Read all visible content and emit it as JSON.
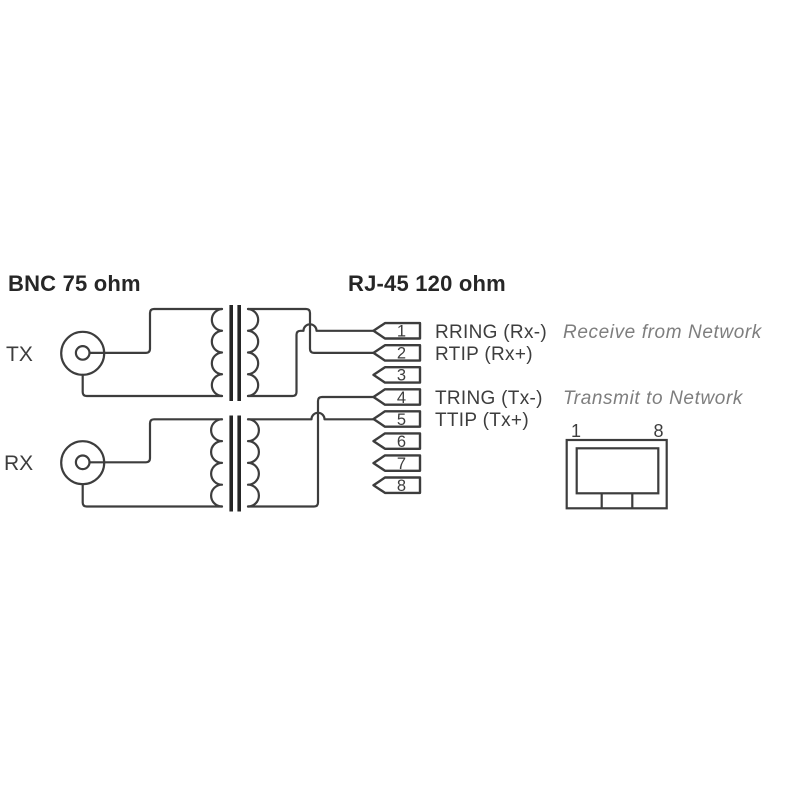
{
  "diagram": {
    "title_left": "BNC 75 ohm",
    "title_right": "RJ-45 120 ohm",
    "bnc": {
      "tx_label": "TX",
      "rx_label": "RX"
    },
    "pins": [
      {
        "number": "1",
        "label": "RRING (Rx-)"
      },
      {
        "number": "2",
        "label": "RTIP (Rx+)"
      },
      {
        "number": "3",
        "label": ""
      },
      {
        "number": "4",
        "label": "TRING (Tx-)"
      },
      {
        "number": "5",
        "label": "TTIP (Tx+)"
      },
      {
        "number": "6",
        "label": ""
      },
      {
        "number": "7",
        "label": ""
      },
      {
        "number": "8",
        "label": ""
      }
    ],
    "annotations": {
      "receive": "Receive from Network",
      "transmit": "Transmit to Network"
    },
    "rj45_jack": {
      "pin_first": "1",
      "pin_last": "8"
    },
    "colors": {
      "stroke": "#3d3d3d",
      "core": "#262626",
      "heading": "#262626",
      "muted_text": "#7e7e7e",
      "background": "#ffffff"
    }
  }
}
